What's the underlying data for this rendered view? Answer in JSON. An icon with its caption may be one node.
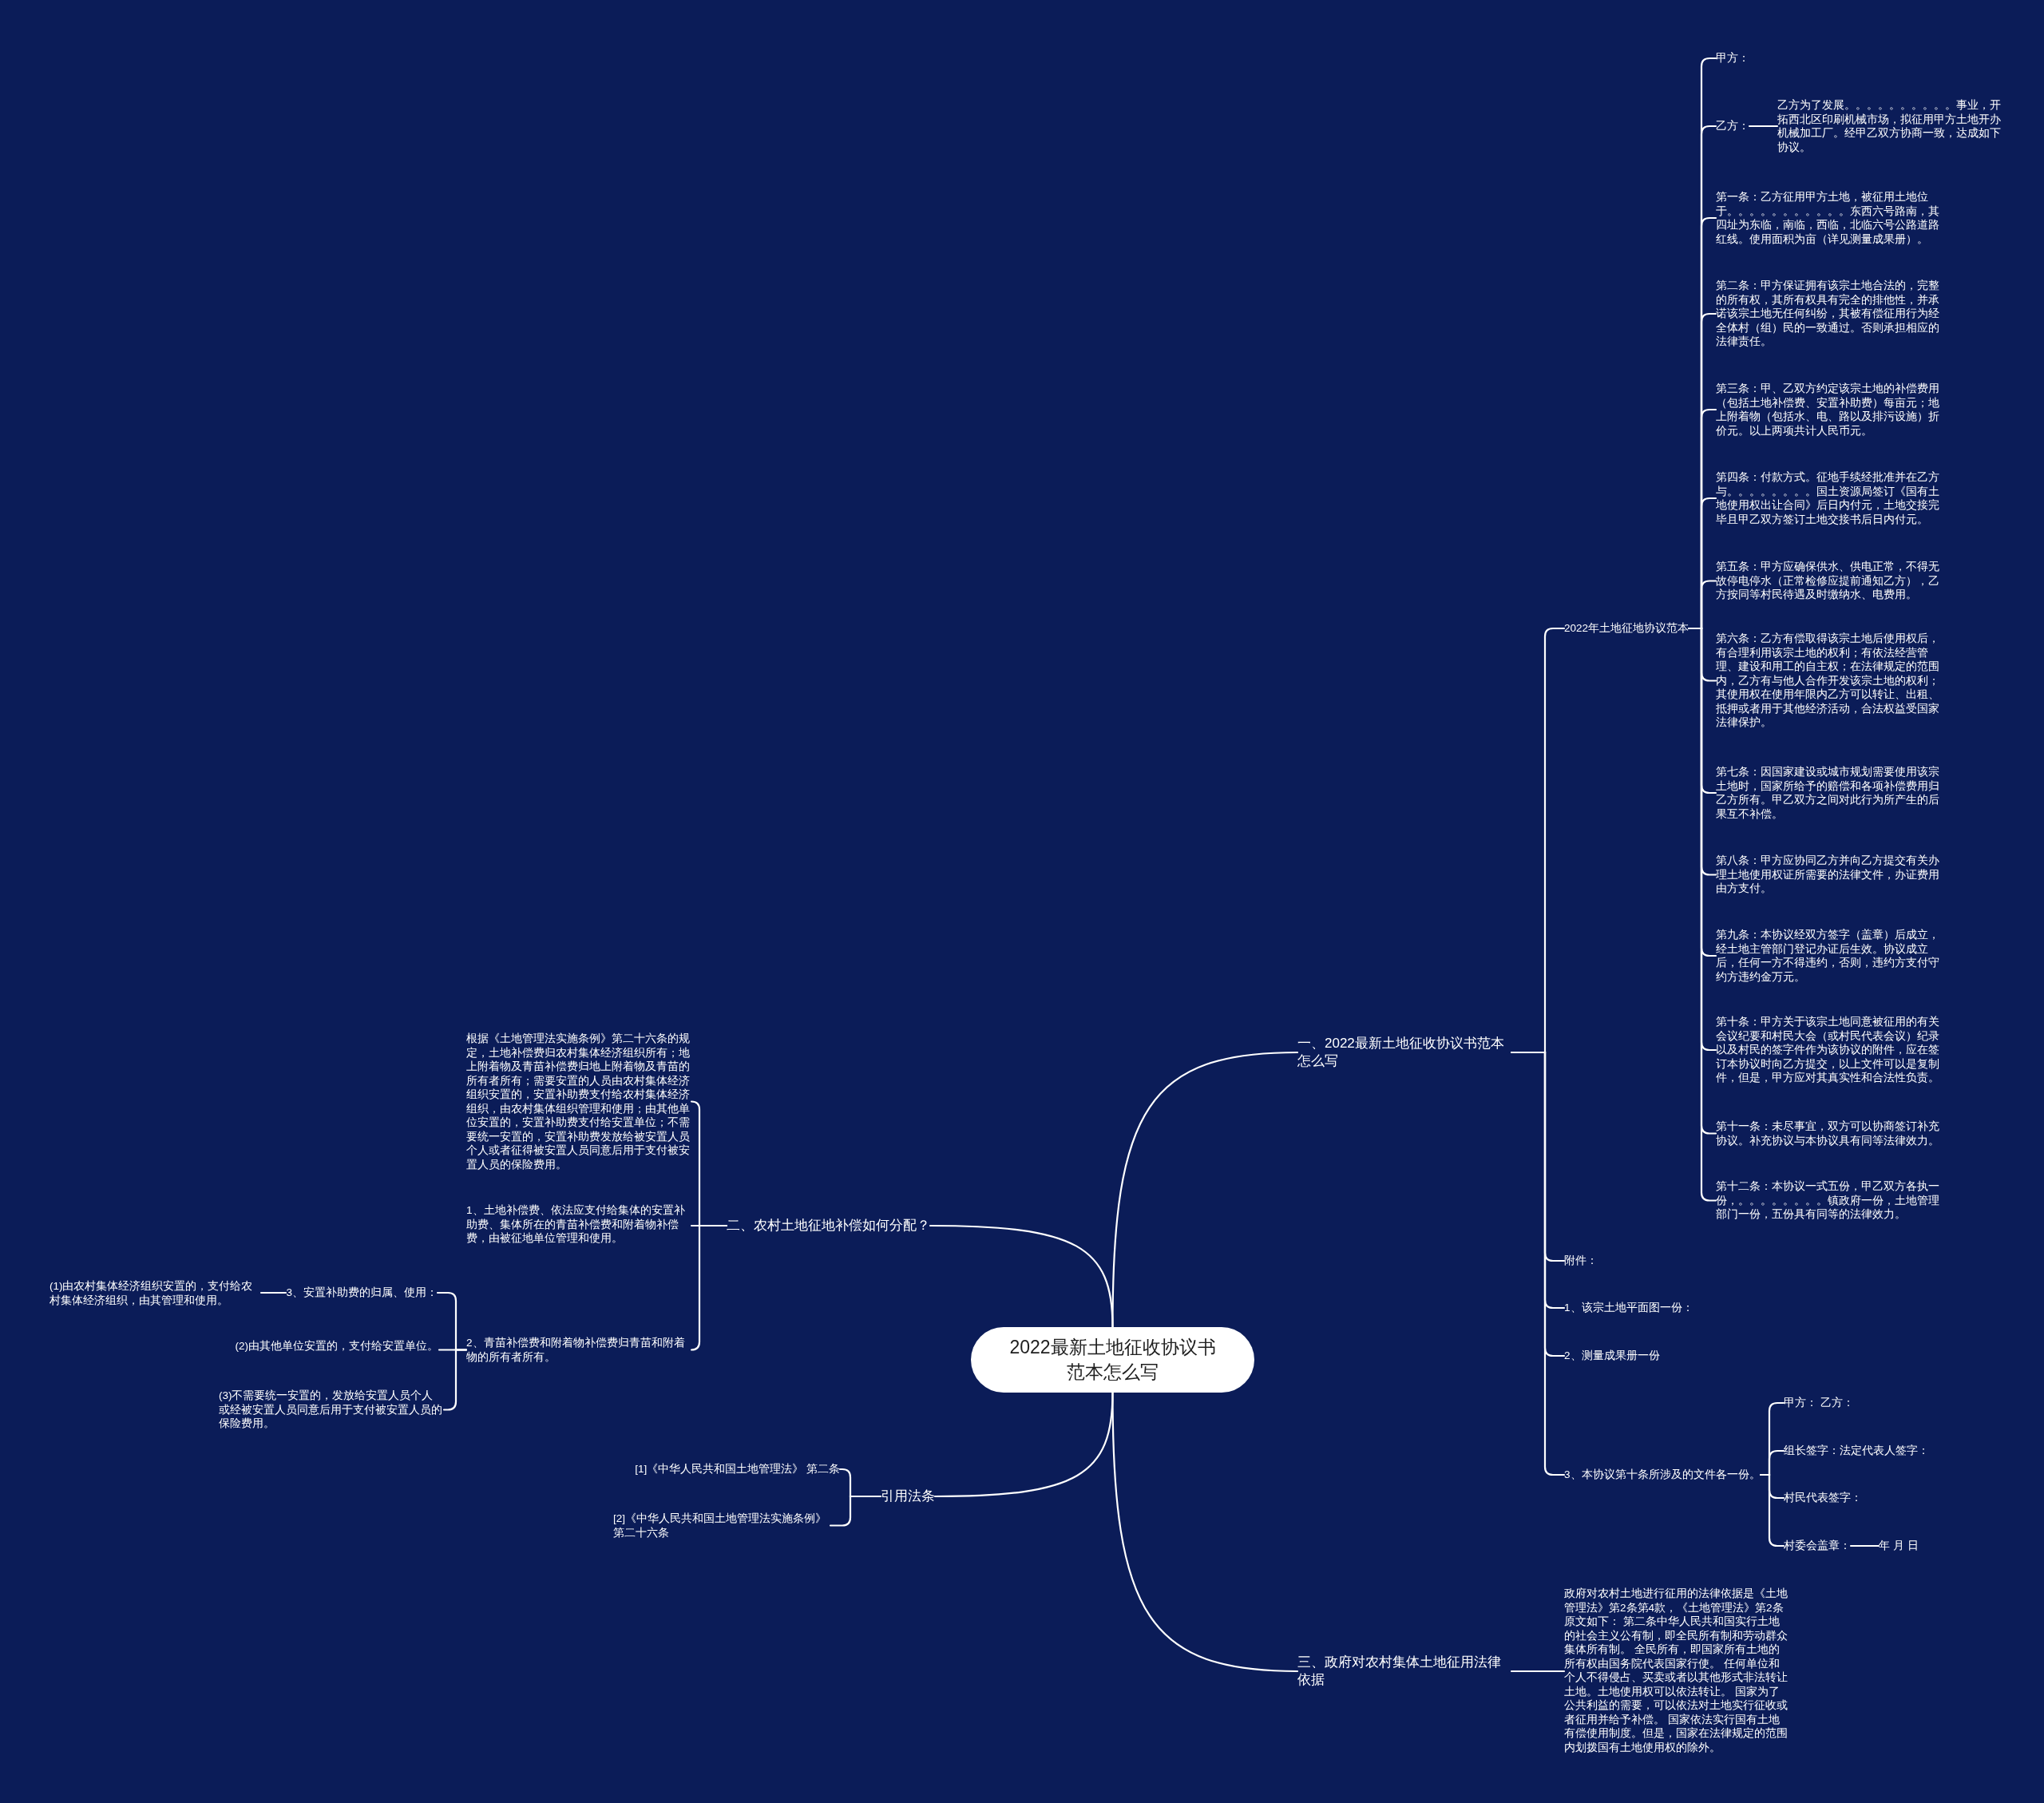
{
  "diagram": {
    "nodes": [
      {
        "text": [
          "2022最新土地征收协议书范本怎么写"
        ]
      },
      {
        "text": [
          "一、2022最新土地征收协议书范本怎么写"
        ]
      },
      {
        "text": [
          "2022年土地征地协议范本"
        ]
      },
      {
        "text": [
          "甲方："
        ]
      },
      {
        "text": [
          "乙方："
        ]
      },
      {
        "text": [
          "乙方为了发展。。。。。。。。。。事业，开拓西北区印刷机械市场，拟征用甲方土地开办机械加工厂。经甲乙双方协商一致，达成如下协议。"
        ]
      },
      {
        "text": [
          "第一条：乙方征用甲方土地，被征用土地位于。。。。。。。。。。。东西六号路南，其四址为东临，南临，西临，北临六号公路道路红线。使用面积为亩（详见测量成果册）。"
        ]
      },
      {
        "text": [
          "第二条：甲方保证拥有该宗土地合法的，完整的所有权，其所有权具有完全的排他性，并承诺该宗土地无任何纠纷，其被有偿征用行为经全体村（组）民的一致通过。否则承担相应的法律责任。"
        ]
      },
      {
        "text": [
          "第三条：甲、乙双方约定该宗土地的补偿费用（包括土地补偿费、安置补助费）每亩元；地上附着物（包括水、电、路以及排污设施）折价元。以上两项共计人民币元。"
        ]
      },
      {
        "text": [
          "第四条：付款方式。征地手续经批准并在乙方与。。。。。。。。国土资源局签订《国有土地使用权出让合同》后日内付元，土地交接完毕且甲乙双方签订土地交接书后日内付元。"
        ]
      },
      {
        "text": [
          "第五条：甲方应确保供水、供电正常，不得无故停电停水（正常检修应提前通知乙方），乙方按同等村民待遇及时缴纳水、电费用。"
        ]
      },
      {
        "text": [
          "第六条：乙方有偿取得该宗土地后使用权后，有合理利用该宗土地的权利；有依法经营管理、建设和用工的自主权；在法律规定的范围内，乙方有与他人合作开发该宗土地的权利；其使用权在使用年限内乙方可以转让、出租、抵押或者用于其他经济活动，合法权益受国家法律保护。"
        ]
      },
      {
        "text": [
          "第七条：因国家建设或城市规划需要使用该宗土地时，国家所给予的赔偿和各项补偿费用归乙方所有。甲乙双方之间对此行为所产生的后果互不补偿。"
        ]
      },
      {
        "text": [
          "第八条：甲方应协同乙方并向乙方提交有关办理土地使用权证所需要的法律文件，办证费用由方支付。"
        ]
      },
      {
        "text": [
          "第九条：本协议经双方签字（盖章）后成立，经土地主管部门登记办证后生效。协议成立后，任何一方不得违约，否则，违约方支付守约方违约金万元。"
        ]
      },
      {
        "text": [
          "第十条：甲方关于该宗土地同意被征用的有关会议纪要和村民大会（或村民代表会议）纪录以及村民的签字件作为该协议的附件，应在签订本协议时向乙方提交，以上文件可以是复制件，但是，甲方应对其真实性和合法性负责。"
        ]
      },
      {
        "text": [
          "第十一条：未尽事宜，双方可以协商签订补充协议。补充协议与本协议具有同等法律效力。"
        ]
      },
      {
        "text": [
          "第十二条：本协议一式五份，甲乙双方各执一份，。。。。。。。。镇政府一份，土地管理部门一份，五份具有同等的法律效力。"
        ]
      },
      {
        "text": [
          "附件："
        ]
      },
      {
        "text": [
          "1、该宗土地平面图一份："
        ]
      },
      {
        "text": [
          "2、测量成果册一份"
        ]
      },
      {
        "text": [
          "3、本协议第十条所涉及的文件各一份。"
        ]
      },
      {
        "text": [
          "甲方： 乙方："
        ]
      },
      {
        "text": [
          "组长签字：法定代表人签字："
        ]
      },
      {
        "text": [
          "村民代表签字："
        ]
      },
      {
        "text": [
          "村委会盖章："
        ]
      },
      {
        "text": [
          "年 月 日"
        ]
      },
      {
        "text": [
          "三、政府对农村集体土地征用法律依据"
        ]
      },
      {
        "text": [
          "政府对农村土地进行征用的法律依据是《土地管理法》第2条第4款，《土地管理法》第2条原文如下： 第二条中华人民共和国实行土地的社会主义公有制，即全民所有制和劳动群众集体所有制。 全民所有，即国家所有土地的所有权由国务院代表国家行使。 任何单位和个人不得侵占、买卖或者以其他形式非法转让土地。土地使用权可以依法转让。 国家为了公共利益的需要，可以依法对土地实行征收或者征用并给予补偿。 国家依法实行国有土地有偿使用制度。但是，国家在法律规定的范围内划拨国有土地使用权的除外。"
        ]
      },
      {
        "text": [
          "二、农村土地征地补偿如何分配？"
        ]
      },
      {
        "text": [
          "根据《土地管理法实施条例》第二十六条的规定，土地补偿费归农村集体经济组织所有；地上附着物及青苗补偿费归地上附着物及青苗的所有者所有；需要安置的人员由农村集体经济组织安置的，安置补助费支付给农村集体经济组织，由农村集体组织管理和使用；由其他单位安置的，安置补助费支付给安置单位；不需要统一安置的，安置补助费发放给被安置人员个人或者征得被安置人员同意后用于支付被安置人员的保险费用。"
        ]
      },
      {
        "text": [
          "1、土地补偿费、依法应支付给集体的安置补助费、集体所在的青苗补偿费和附着物补偿费，由被征地单位管理和使用。"
        ]
      },
      {
        "text": [
          "2、青苗补偿费和附着物补偿费归青苗和附着物的所有者所有。"
        ]
      },
      {
        "text": [
          "3、安置补助费的归属、使用："
        ]
      },
      {
        "text": [
          "(1)由农村集体经济组织安置的，支付给农村集体经济组织，由其管理和使用。"
        ]
      },
      {
        "text": [
          "(2)由其他单位安置的，支付给安置单位。"
        ]
      },
      {
        "text": [
          "(3)不需要统一安置的，发放给安置人员个人或经被安置人员同意后用于支付被安置人员的保险费用。"
        ]
      },
      {
        "text": [
          "引用法条"
        ]
      },
      {
        "text": [
          "[1]《中华人民共和国土地管理法》 第二条"
        ]
      },
      {
        "text": [
          "[2]《中华人民共和国土地管理法实施条例》第二十六条"
        ]
      }
    ],
    "edges": [
      {
        "from": 0,
        "to": 1,
        "arrow": "none"
      },
      {
        "from": 1,
        "to": 2,
        "arrow": "none"
      },
      {
        "from": 2,
        "to": 3,
        "arrow": "none"
      },
      {
        "from": 2,
        "to": 4,
        "arrow": "none"
      },
      {
        "from": 4,
        "to": 5,
        "arrow": "none"
      },
      {
        "from": 2,
        "to": 6,
        "arrow": "none"
      },
      {
        "from": 2,
        "to": 7,
        "arrow": "none"
      },
      {
        "from": 2,
        "to": 8,
        "arrow": "none"
      },
      {
        "from": 2,
        "to": 9,
        "arrow": "none"
      },
      {
        "from": 2,
        "to": 10,
        "arrow": "none"
      },
      {
        "from": 2,
        "to": 11,
        "arrow": "none"
      },
      {
        "from": 2,
        "to": 12,
        "arrow": "none"
      },
      {
        "from": 2,
        "to": 13,
        "arrow": "none"
      },
      {
        "from": 2,
        "to": 14,
        "arrow": "none"
      },
      {
        "from": 2,
        "to": 15,
        "arrow": "none"
      },
      {
        "from": 2,
        "to": 16,
        "arrow": "none"
      },
      {
        "from": 2,
        "to": 17,
        "arrow": "none"
      },
      {
        "from": 1,
        "to": 18,
        "arrow": "none"
      },
      {
        "from": 1,
        "to": 19,
        "arrow": "none"
      },
      {
        "from": 1,
        "to": 20,
        "arrow": "none"
      },
      {
        "from": 1,
        "to": 21,
        "arrow": "none"
      },
      {
        "from": 21,
        "to": 22,
        "arrow": "none"
      },
      {
        "from": 21,
        "to": 23,
        "arrow": "none"
      },
      {
        "from": 21,
        "to": 24,
        "arrow": "none"
      },
      {
        "from": 21,
        "to": 25,
        "arrow": "none"
      },
      {
        "from": 25,
        "to": 26,
        "arrow": "none"
      },
      {
        "from": 0,
        "to": 27,
        "arrow": "none"
      },
      {
        "from": 27,
        "to": 28,
        "arrow": "none"
      },
      {
        "from": 0,
        "to": 29,
        "arrow": "none"
      },
      {
        "from": 29,
        "to": 30,
        "arrow": "none"
      },
      {
        "from": 29,
        "to": 31,
        "arrow": "none"
      },
      {
        "from": 29,
        "to": 32,
        "arrow": "none"
      },
      {
        "from": 32,
        "to": 33,
        "arrow": "none"
      },
      {
        "from": 33,
        "to": 34,
        "arrow": "none"
      },
      {
        "from": 32,
        "to": 35,
        "arrow": "none"
      },
      {
        "from": 32,
        "to": 36,
        "arrow": "none"
      },
      {
        "from": 0,
        "to": 37,
        "arrow": "none"
      },
      {
        "from": 37,
        "to": 38,
        "arrow": "none"
      },
      {
        "from": 37,
        "to": 39,
        "arrow": "none"
      }
    ]
  }
}
